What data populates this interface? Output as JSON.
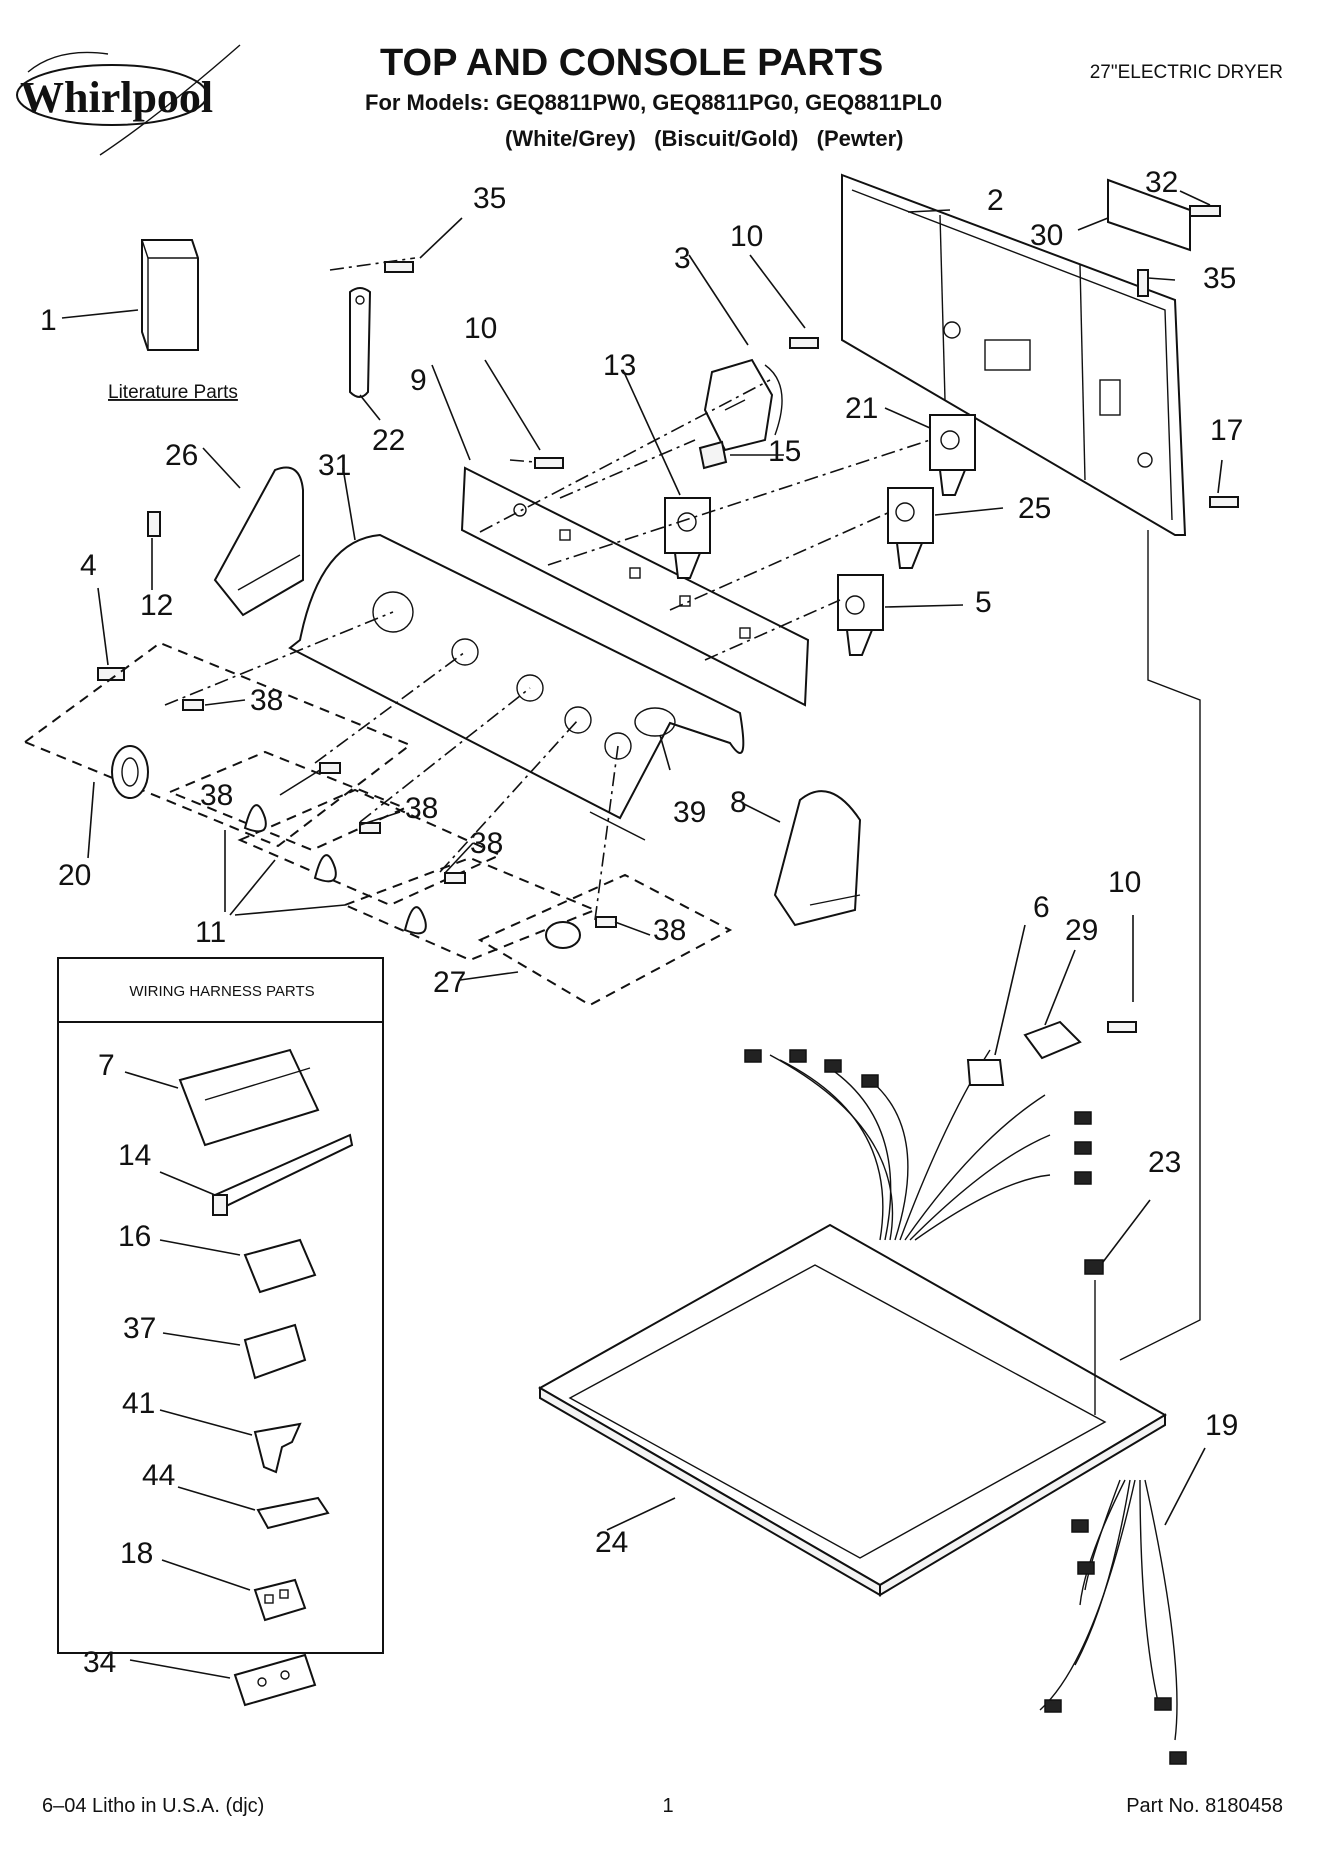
{
  "header": {
    "brand": "Whirlpool",
    "title": "TOP AND CONSOLE PARTS",
    "models_line": "For Models: GEQ8811PW0, GEQ8811PG0, GEQ8811PL0",
    "colors_line": "(White/Grey)   (Biscuit/Gold)   (Pewter)",
    "product": "27\"ELECTRIC DRYER"
  },
  "labels": {
    "literature": "Literature Parts",
    "wiring_box_title": "WIRING HARNESS PARTS"
  },
  "callouts": {
    "c1": "1",
    "c2": "2",
    "c3": "3",
    "c4": "4",
    "c5": "5",
    "c6": "6",
    "c7": "7",
    "c8": "8",
    "c9": "9",
    "c10a": "10",
    "c10b": "10",
    "c10c": "10",
    "c11": "11",
    "c12": "12",
    "c13": "13",
    "c14": "14",
    "c15": "15",
    "c16": "16",
    "c17": "17",
    "c18": "18",
    "c19": "19",
    "c20": "20",
    "c21": "21",
    "c22": "22",
    "c23": "23",
    "c24": "24",
    "c25": "25",
    "c26": "26",
    "c27": "27",
    "c29": "29",
    "c30": "30",
    "c31": "31",
    "c32": "32",
    "c34": "34",
    "c35a": "35",
    "c35b": "35",
    "c37": "37",
    "c38a": "38",
    "c38b": "38",
    "c38c": "38",
    "c38d": "38",
    "c38e": "38",
    "c39": "39",
    "c41": "41",
    "c44": "44"
  },
  "footer": {
    "litho": "6–04 Litho in U.S.A. (djc)",
    "page": "1",
    "part_no": "Part No. 8180458"
  }
}
